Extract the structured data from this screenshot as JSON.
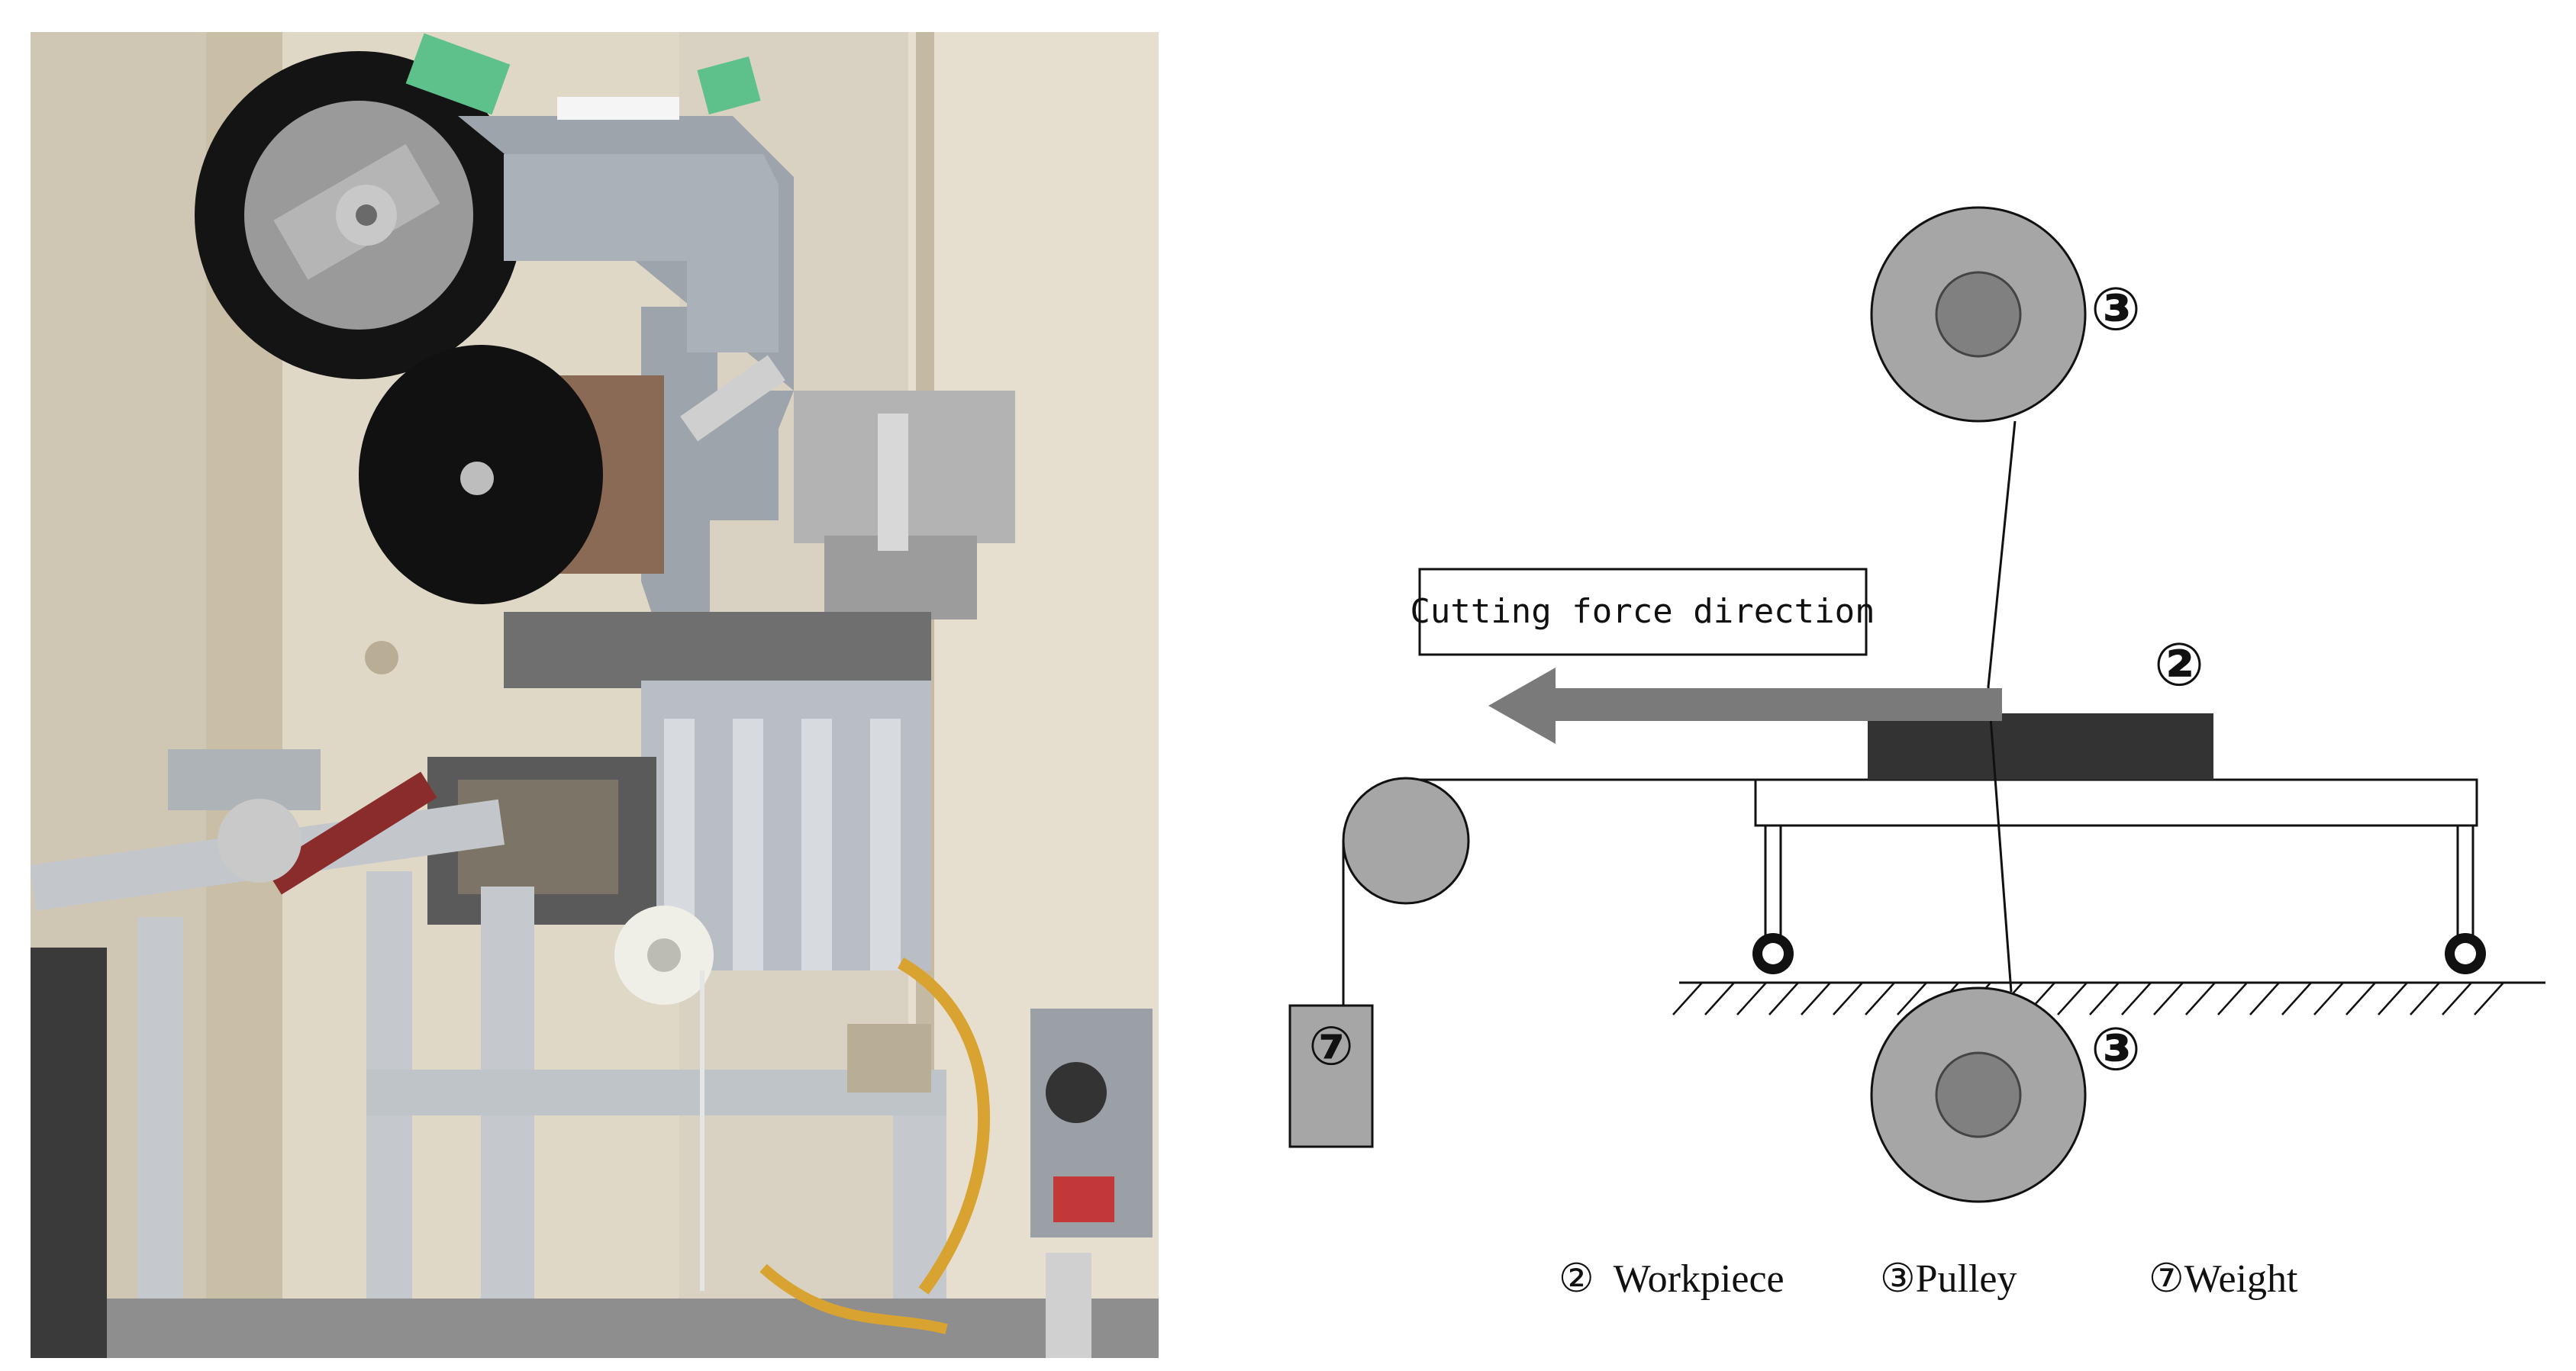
{
  "photo": {
    "subject": "cutting test apparatus photograph"
  },
  "diagram": {
    "force_label": "Cutting force direction",
    "pulley_top_num": "③",
    "pulley_bottom_num": "③",
    "workpiece_num": "②",
    "weight_num": "⑦",
    "legend": {
      "workpiece": "②  Workpiece",
      "pulley": "③Pulley",
      "weight": "⑦Weight"
    },
    "colors": {
      "pulley_outer": "#a6a6a6",
      "pulley_inner": "#808080",
      "workpiece": "#333333",
      "arrow": "#7a7a7a",
      "weight": "#a6a6a6"
    }
  }
}
